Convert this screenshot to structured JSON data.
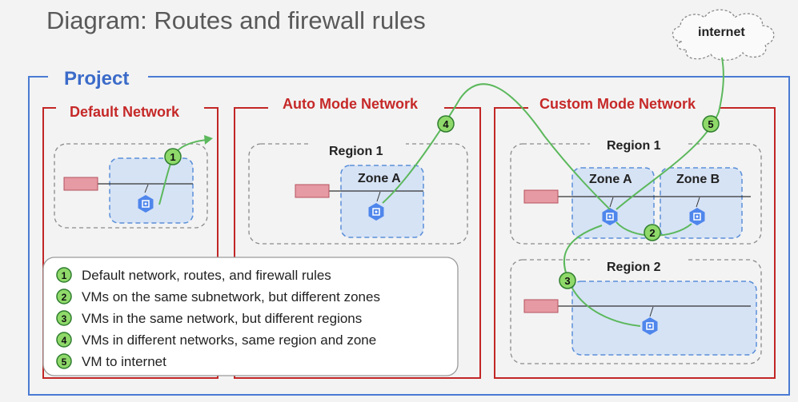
{
  "title": "Diagram: Routes and firewall rules",
  "project_label": "Project",
  "internet_label": "internet",
  "networks": {
    "default": {
      "label": "Default Network"
    },
    "auto": {
      "label": "Auto Mode Network",
      "region_label": "Region 1",
      "zone_label": "Zone A"
    },
    "custom": {
      "label": "Custom Mode Network",
      "region1_label": "Region 1",
      "region2_label": "Region 2",
      "zone_a_label": "Zone A",
      "zone_b_label": "Zone B"
    }
  },
  "legend": [
    {
      "num": "1",
      "text": "Default network, routes, and firewall rules"
    },
    {
      "num": "2",
      "text": "VMs on the same subnetwork, but different zones"
    },
    {
      "num": "3",
      "text": "VMs in the same network, but different regions"
    },
    {
      "num": "4",
      "text": "VMs in different networks, same region and zone"
    },
    {
      "num": "5",
      "text": "VM to internet"
    }
  ],
  "markers": [
    "1",
    "2",
    "3",
    "4",
    "5"
  ],
  "colors": {
    "project_border": "#4a7bd4",
    "project_label": "#3b6bc9",
    "network_border": "#c22626",
    "network_label": "#c62828",
    "zone_fill": "#d6e3f5",
    "zone_border": "#5b8fd9",
    "router_fill": "#e69aa3",
    "router_border": "#b5535f",
    "vm_fill": "#4f86ec",
    "path": "#5cb85c",
    "marker_fill": "#8fd96a",
    "marker_border": "#2f7d2f"
  }
}
